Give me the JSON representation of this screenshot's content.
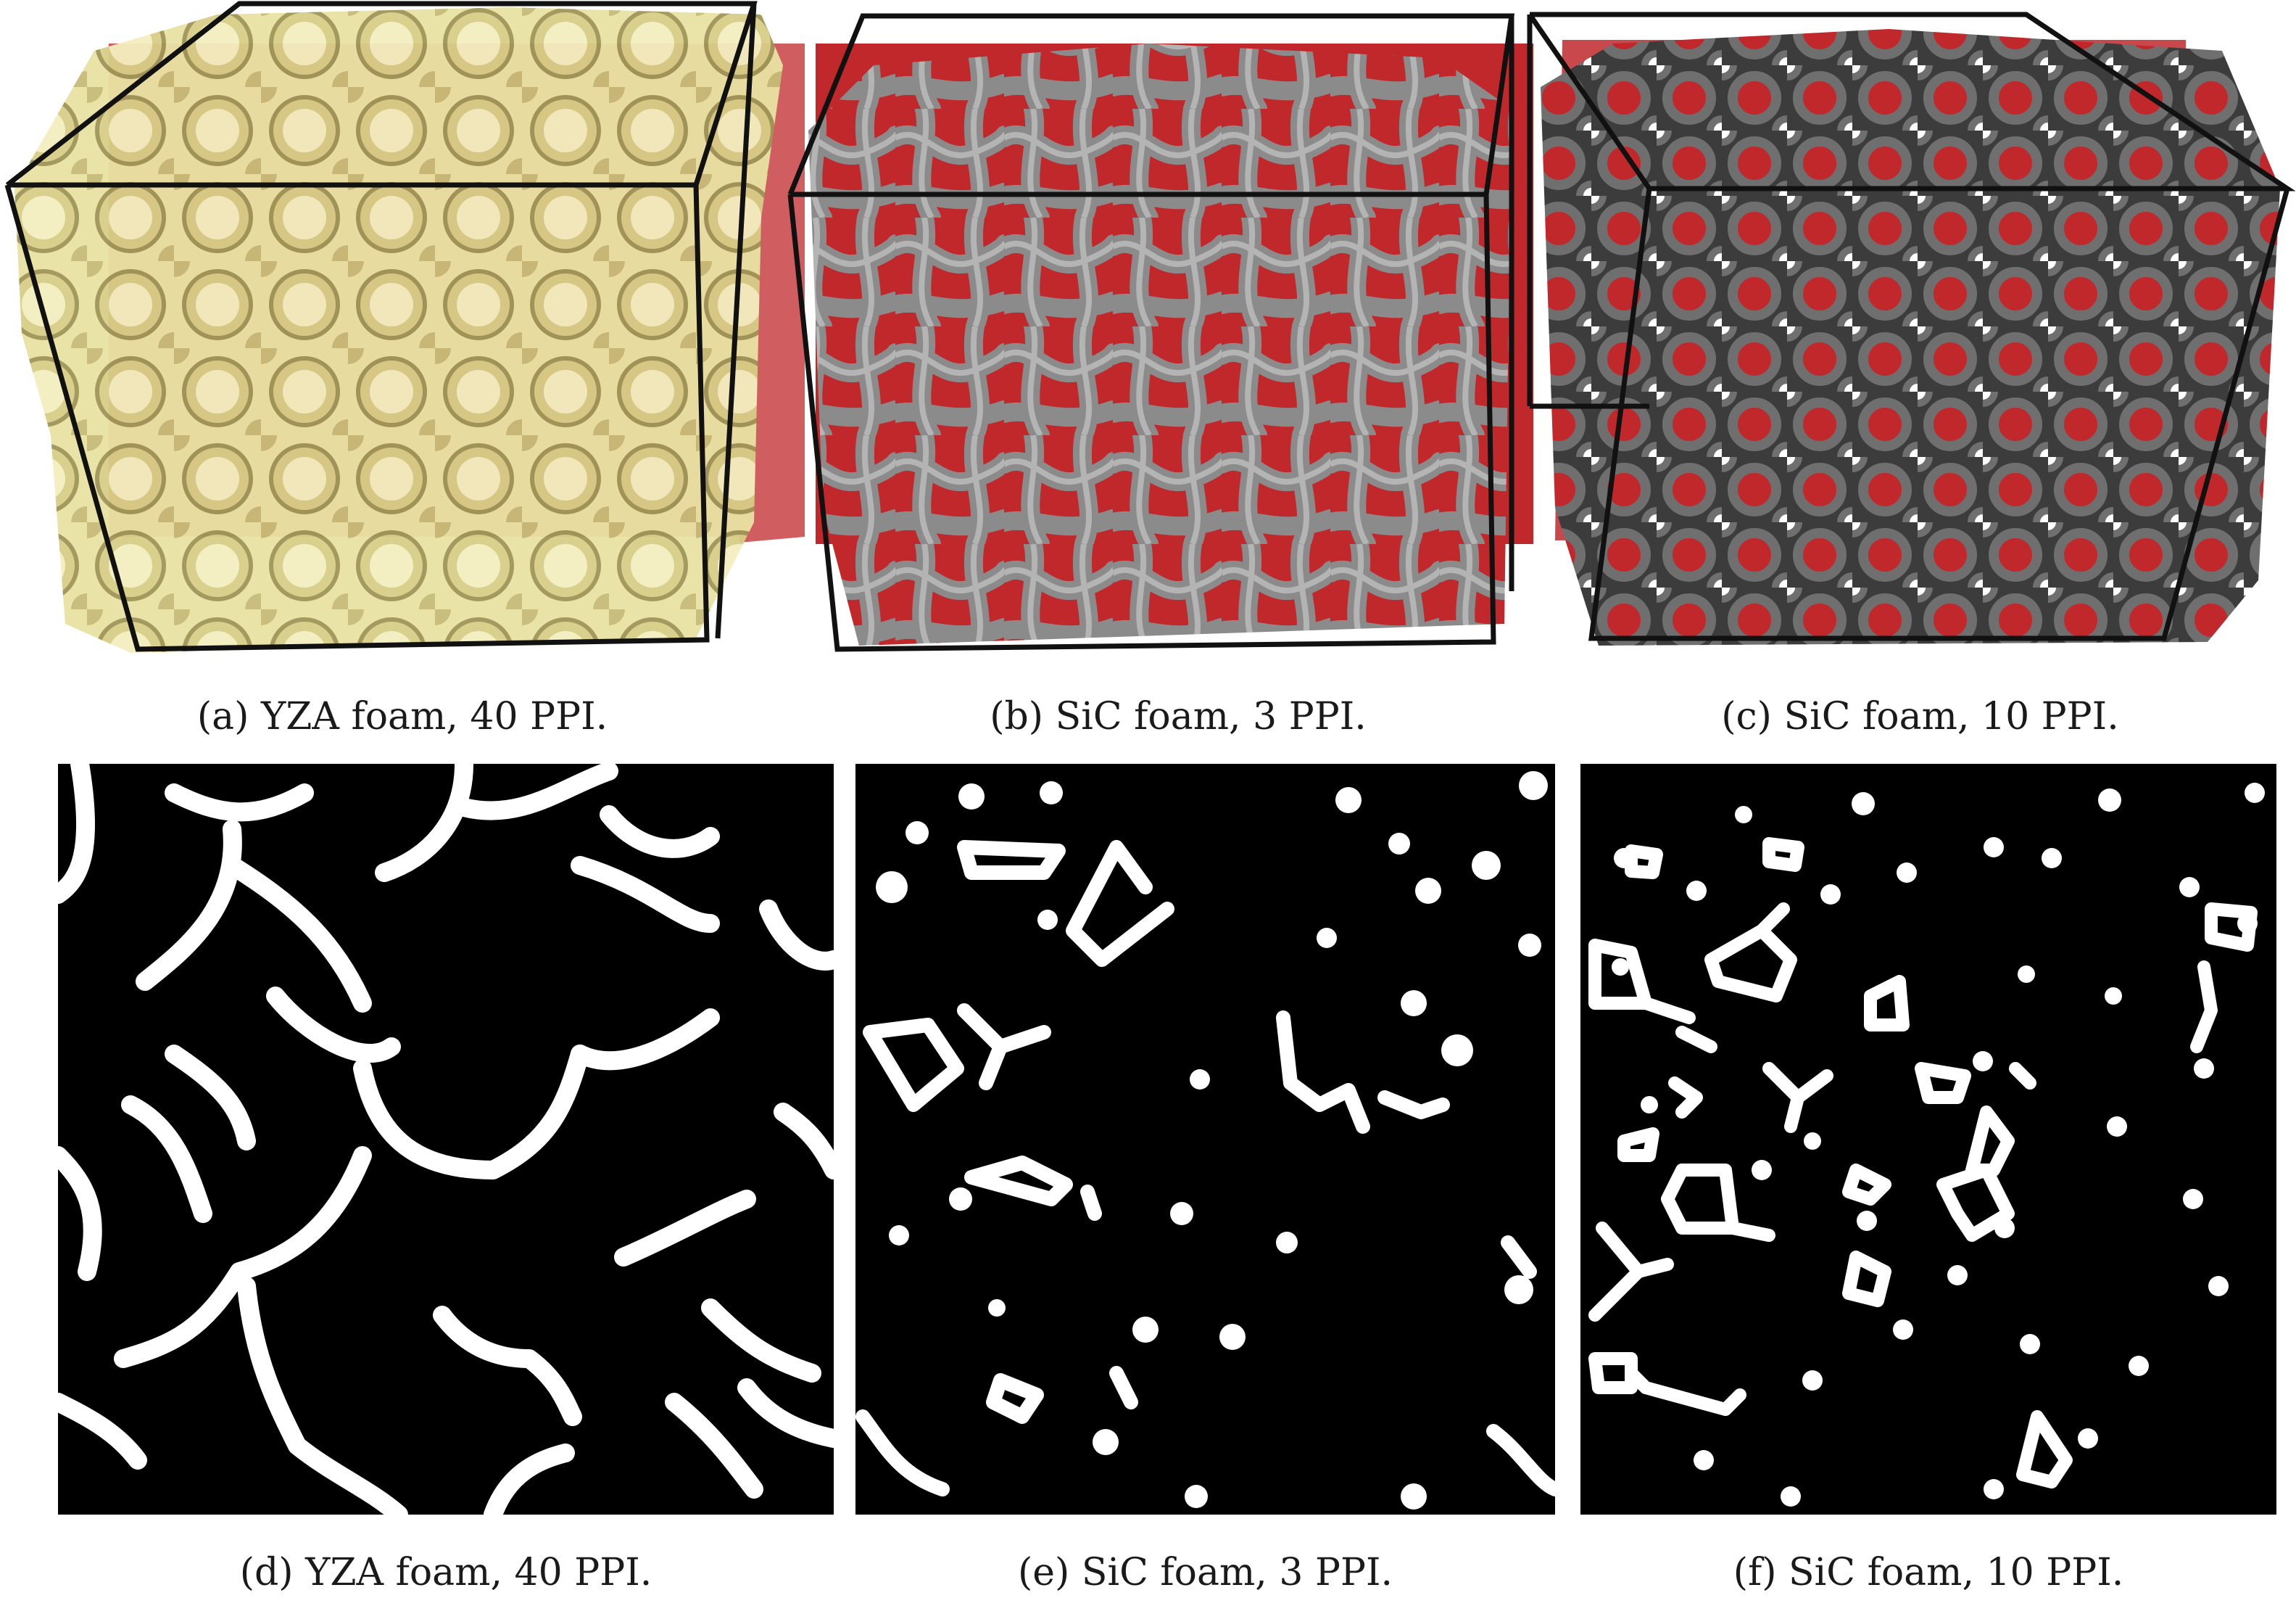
{
  "figure": {
    "captions": [
      "(a) YZA foam, 40 PPI.",
      "(b) SiC foam, 3 PPI.",
      "(c) SiC foam, 10 PPI.",
      "(d) YZA foam, 40 PPI.",
      "(e) SiC foam, 3 PPI.",
      "(f) SiC foam, 10 PPI."
    ]
  },
  "colors": {
    "background": "#ffffff",
    "yza_foam": "#ece6a8",
    "yza_shadow": "#b8ad6e",
    "sic_foam": "#8a8a8a",
    "sic_foam_dark": "#5a5a5a",
    "cut_plane": "#c0282b",
    "binary_solid": "#ffffff",
    "binary_pore": "#000000",
    "box_edge": "#111111"
  },
  "panels": [
    {
      "id": "a",
      "kind": "3d-render",
      "material": "YZA",
      "ppi": 40
    },
    {
      "id": "b",
      "kind": "3d-render",
      "material": "SiC",
      "ppi": 3
    },
    {
      "id": "c",
      "kind": "3d-render",
      "material": "SiC",
      "ppi": 10
    },
    {
      "id": "d",
      "kind": "binary-slice",
      "material": "YZA",
      "ppi": 40
    },
    {
      "id": "e",
      "kind": "binary-slice",
      "material": "SiC",
      "ppi": 3
    },
    {
      "id": "f",
      "kind": "binary-slice",
      "material": "SiC",
      "ppi": 10
    }
  ]
}
